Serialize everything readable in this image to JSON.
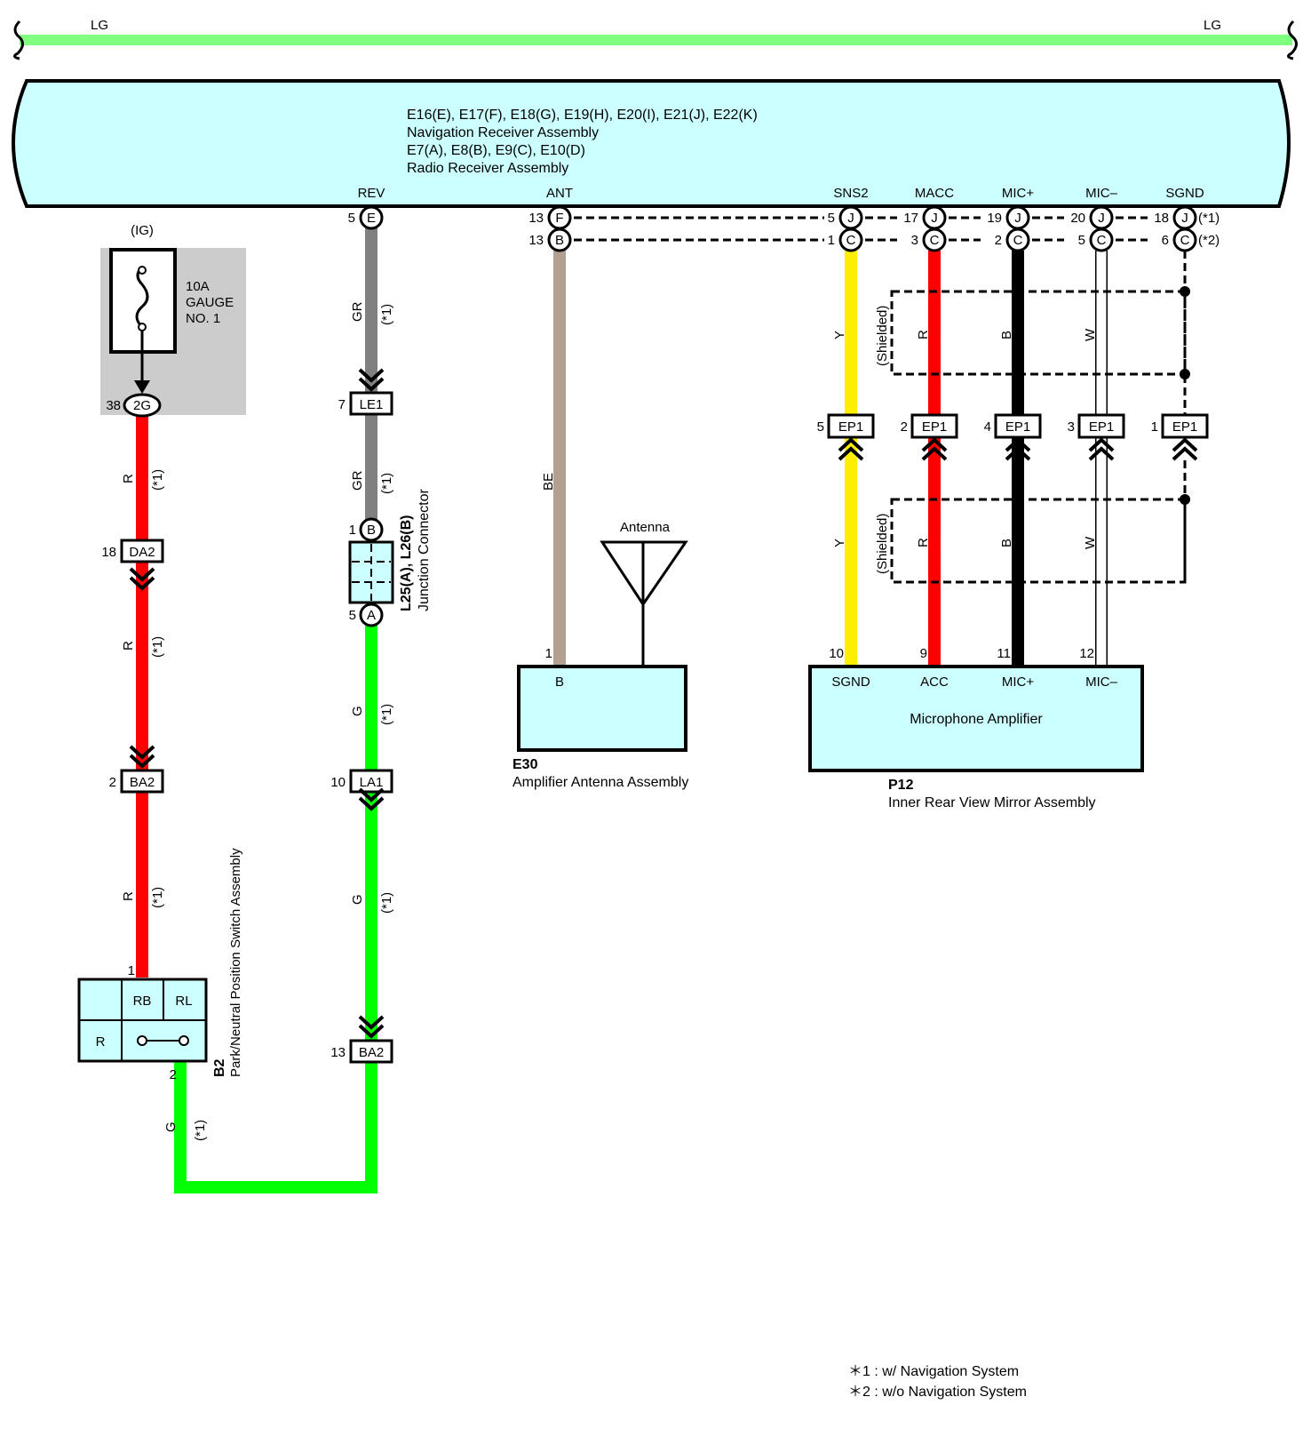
{
  "header_wire": {
    "left_label": "LG",
    "right_label": "LG",
    "color": "#80ff80"
  },
  "main_unit": {
    "lines": [
      "E16(E), E17(F), E18(G), E19(H), E20(I), E21(J), E22(K)",
      "Navigation Receiver Assembly",
      "E7(A), E8(B), E9(C), E10(D)",
      "Radio Receiver Assembly"
    ],
    "terminals": {
      "rev": "REV",
      "ant": "ANT",
      "sns2": "SNS2",
      "macc": "MACC",
      "micp": "MIC+",
      "micm": "MIC–",
      "sgnd": "SGND"
    },
    "fill": "#ccffff"
  },
  "fuse": {
    "supply": "(IG)",
    "line1": "10A",
    "line2": "GAUGE",
    "line3": "NO. 1",
    "pin": "38",
    "conn": "2G"
  },
  "wire_colors": {
    "R": "#ff0000",
    "GR": "#808080",
    "G": "#00ff00",
    "BE": "#b4a090",
    "Y": "#ffee00",
    "B": "#000000",
    "W": "#ffffff"
  },
  "wire_labels": {
    "r": "R",
    "gr": "GR",
    "g": "G",
    "be": "BE",
    "y": "Y",
    "b": "B",
    "w": "W",
    "note1": "(*1)",
    "shielded": "(Shielded)"
  },
  "conn_rows": {
    "row1": {
      "note": "(*1)",
      "ant_pin": "13",
      "ant_conn": "F",
      "rev_pin": "5",
      "rev_conn": "E",
      "pins": [
        "5",
        "17",
        "19",
        "20",
        "18"
      ],
      "conns": [
        "J",
        "J",
        "J",
        "J",
        "J"
      ]
    },
    "row2": {
      "note": "(*2)",
      "ant_pin": "13",
      "ant_conn": "B",
      "pins": [
        "1",
        "3",
        "2",
        "5",
        "6"
      ],
      "conns": [
        "C",
        "C",
        "C",
        "C",
        "C"
      ]
    }
  },
  "connectors": {
    "le1": {
      "pin": "7",
      "name": "LE1"
    },
    "da2": {
      "pin": "18",
      "name": "DA2"
    },
    "ba2_left": {
      "pin": "2",
      "name": "BA2"
    },
    "la1": {
      "pin": "10",
      "name": "LA1"
    },
    "ba2_right": {
      "pin": "13",
      "name": "BA2"
    },
    "ep1": {
      "name": "EP1",
      "pins": [
        "5",
        "2",
        "4",
        "3",
        "1"
      ]
    }
  },
  "junction": {
    "code": "L25(A), L26(B)",
    "name": "Junction Connector",
    "top_pin": "1",
    "top_conn": "B",
    "bottom_pin": "5",
    "bottom_conn": "A"
  },
  "switch": {
    "code": "B2",
    "name": "Park/Neutral Position Switch Assembly",
    "rb": "RB",
    "rl": "RL",
    "r": "R",
    "pin_top": "1",
    "pin_bottom": "2"
  },
  "antenna": {
    "label": "Antenna",
    "code": "E30",
    "name": "Amplifier Antenna Assembly",
    "terminal": "B",
    "pin": "1"
  },
  "mic_amp": {
    "code": "P12",
    "name": "Inner Rear View Mirror Assembly",
    "title": "Microphone Amplifier",
    "terminals": [
      "SGND",
      "ACC",
      "MIC+",
      "MIC–"
    ],
    "pins": [
      "10",
      "9",
      "11",
      "12"
    ]
  },
  "notes": {
    "note1": "＊1 : w/ Navigation System",
    "note2": "＊2 : w/o Navigation System"
  }
}
